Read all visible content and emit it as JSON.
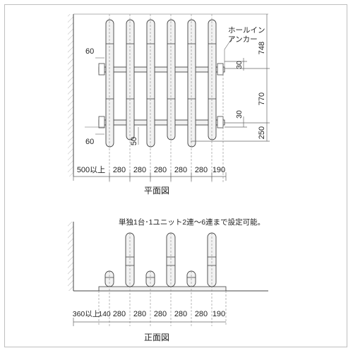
{
  "plan_view": {
    "title": "平面図",
    "anchor_label_line1": "ホールイン",
    "anchor_label_line2": "アンカー",
    "right_dims": [
      "748",
      "770",
      "250"
    ],
    "post_spacing_30_a": "30",
    "post_spacing_30_b": "30",
    "left_60_top": "60",
    "left_60_bottom": "60",
    "inner_50": "50",
    "bottom_dims": [
      "500以上",
      "280",
      "280",
      "280",
      "280",
      "280",
      "190"
    ]
  },
  "front_view": {
    "title": "正面図",
    "note": "単独1台･1ユニット2連～6連まで設定可能。",
    "bottom_dims": [
      "360以上",
      "140",
      "280",
      "280",
      "280",
      "280",
      "280",
      "190"
    ]
  },
  "colors": {
    "line": "#444444",
    "dimline": "#666666",
    "part_fill": "#f2f2f2",
    "frame": "#bfbfbf"
  }
}
